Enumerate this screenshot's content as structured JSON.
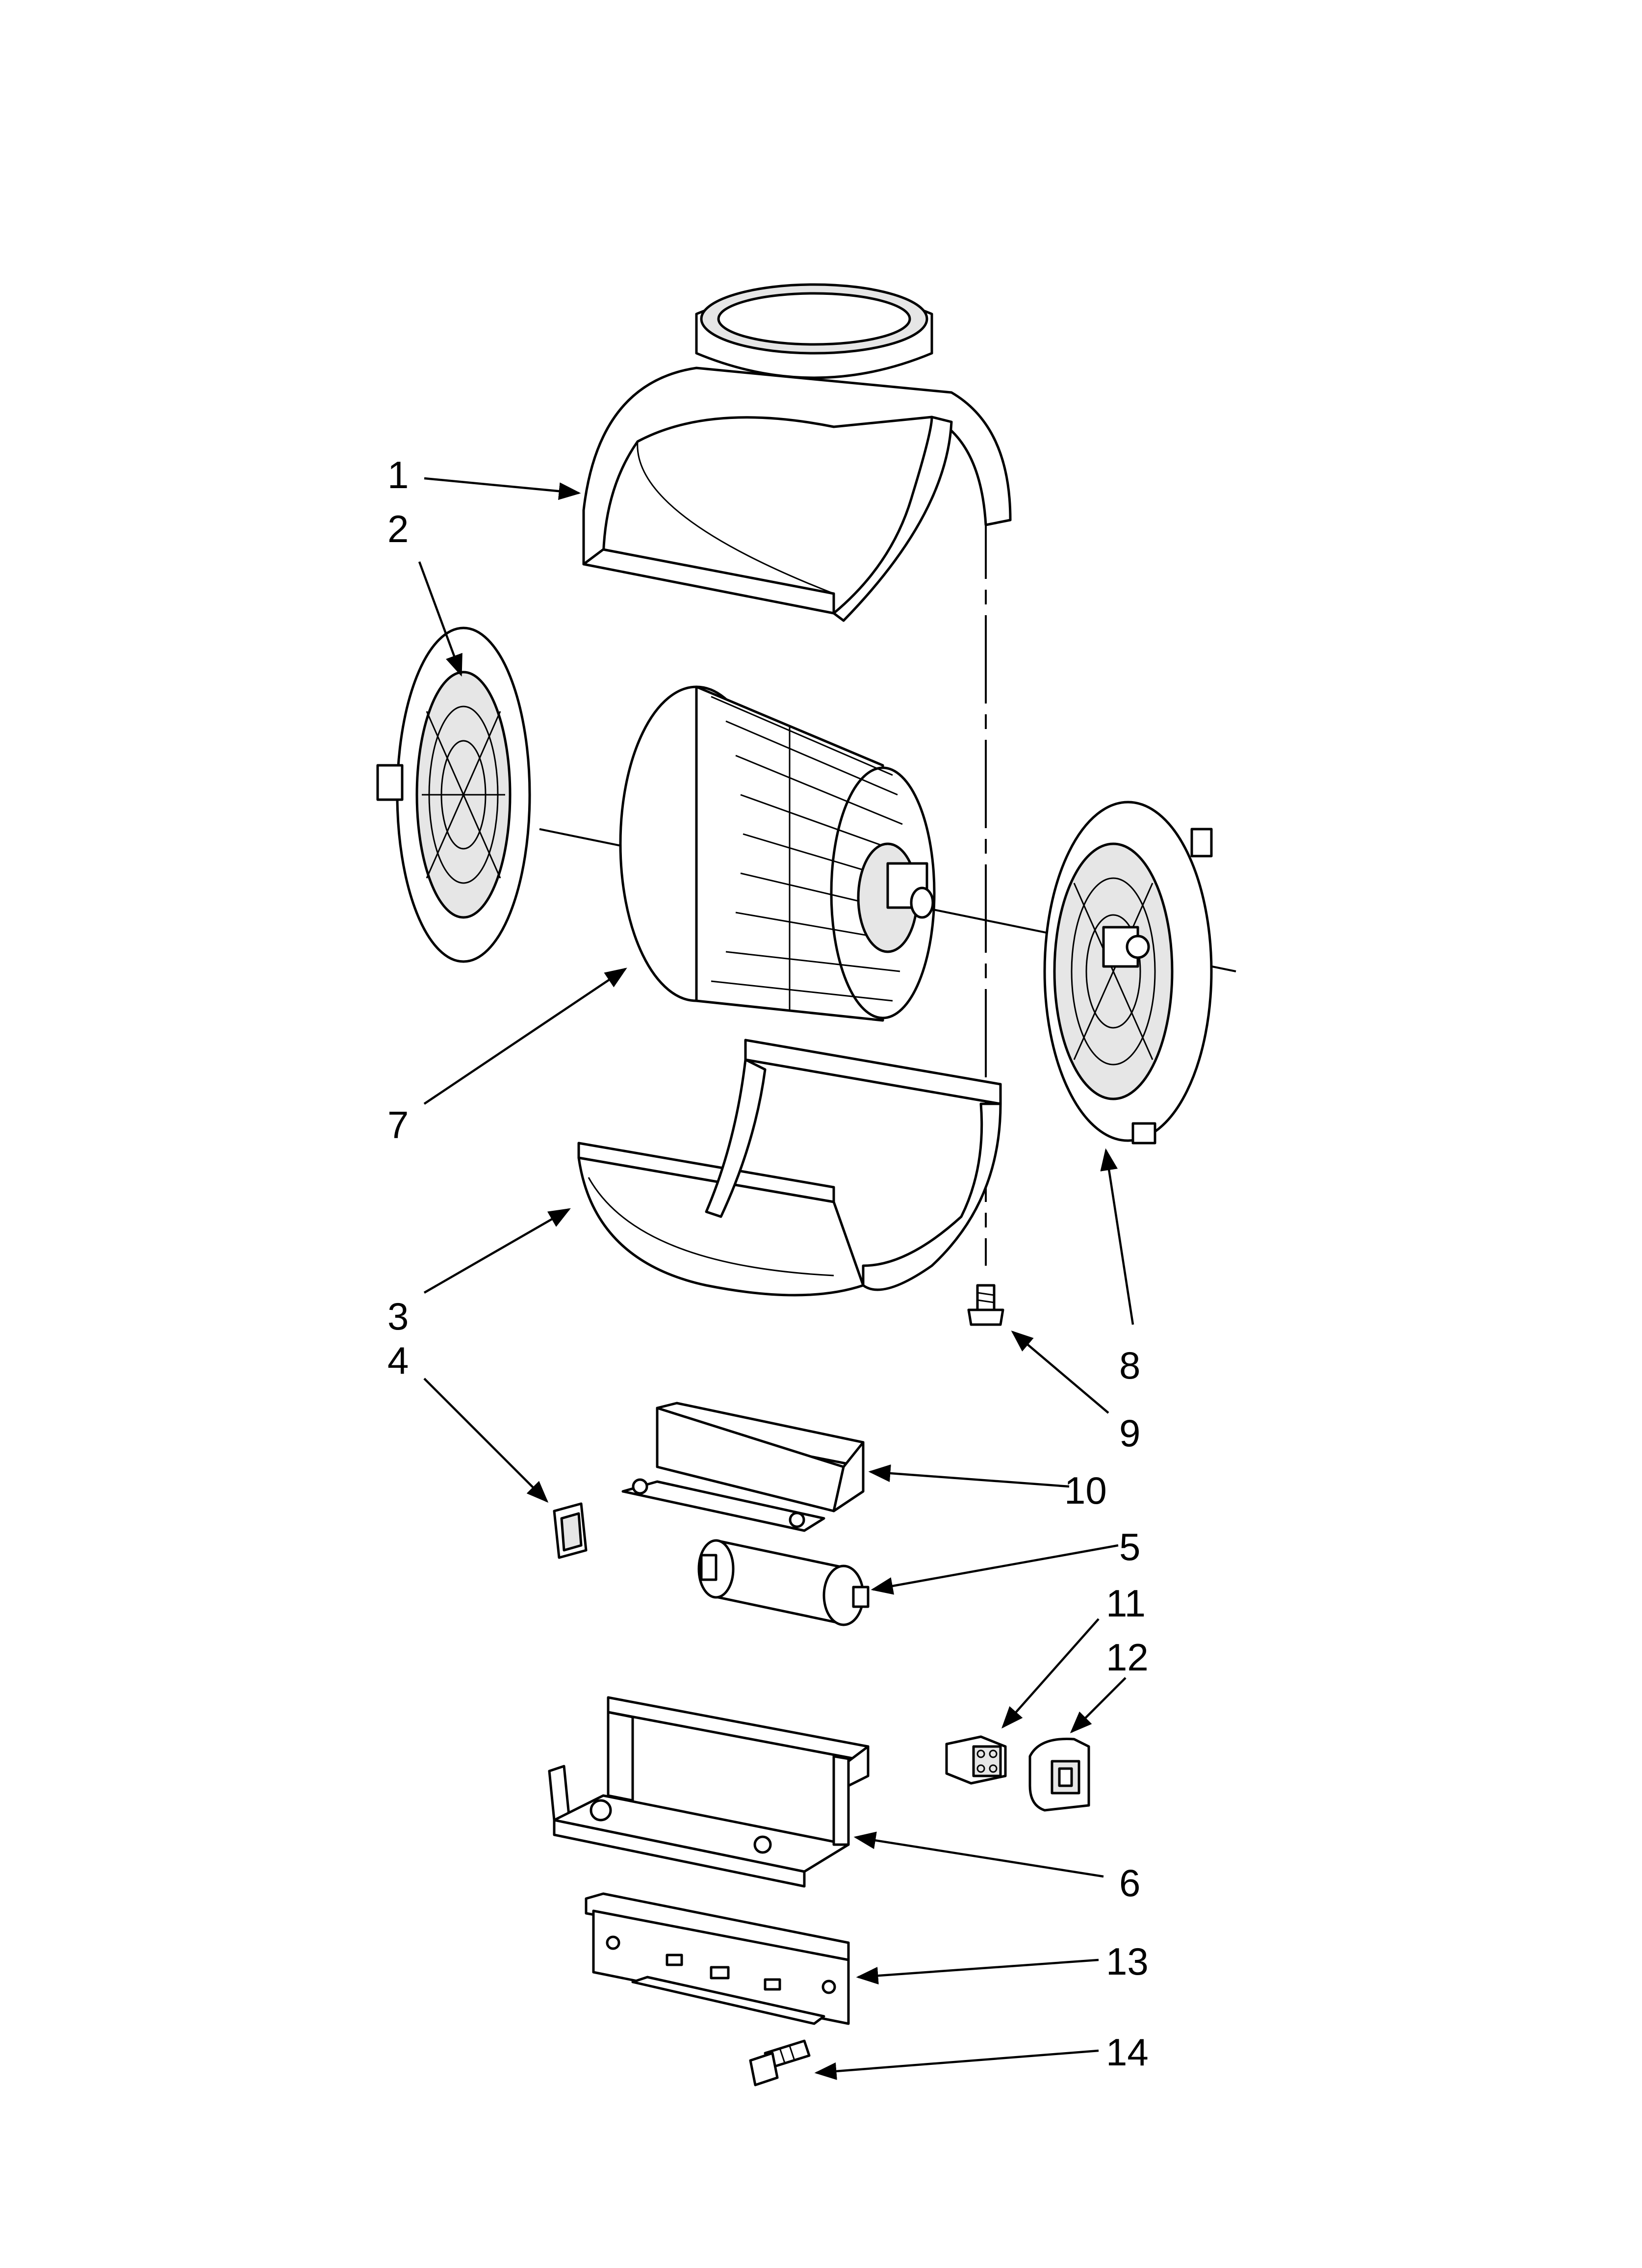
{
  "diagram": {
    "kind": "exploded-parts-view",
    "callouts": [
      {
        "id": "1",
        "label": "1"
      },
      {
        "id": "2",
        "label": "2"
      },
      {
        "id": "3",
        "label": "3"
      },
      {
        "id": "4",
        "label": "4"
      },
      {
        "id": "5",
        "label": "5"
      },
      {
        "id": "6",
        "label": "6"
      },
      {
        "id": "7",
        "label": "7"
      },
      {
        "id": "8",
        "label": "8"
      },
      {
        "id": "9",
        "label": "9"
      },
      {
        "id": "10",
        "label": "10"
      },
      {
        "id": "11",
        "label": "11"
      },
      {
        "id": "12",
        "label": "12"
      },
      {
        "id": "13",
        "label": "13"
      },
      {
        "id": "14",
        "label": "14"
      }
    ]
  }
}
